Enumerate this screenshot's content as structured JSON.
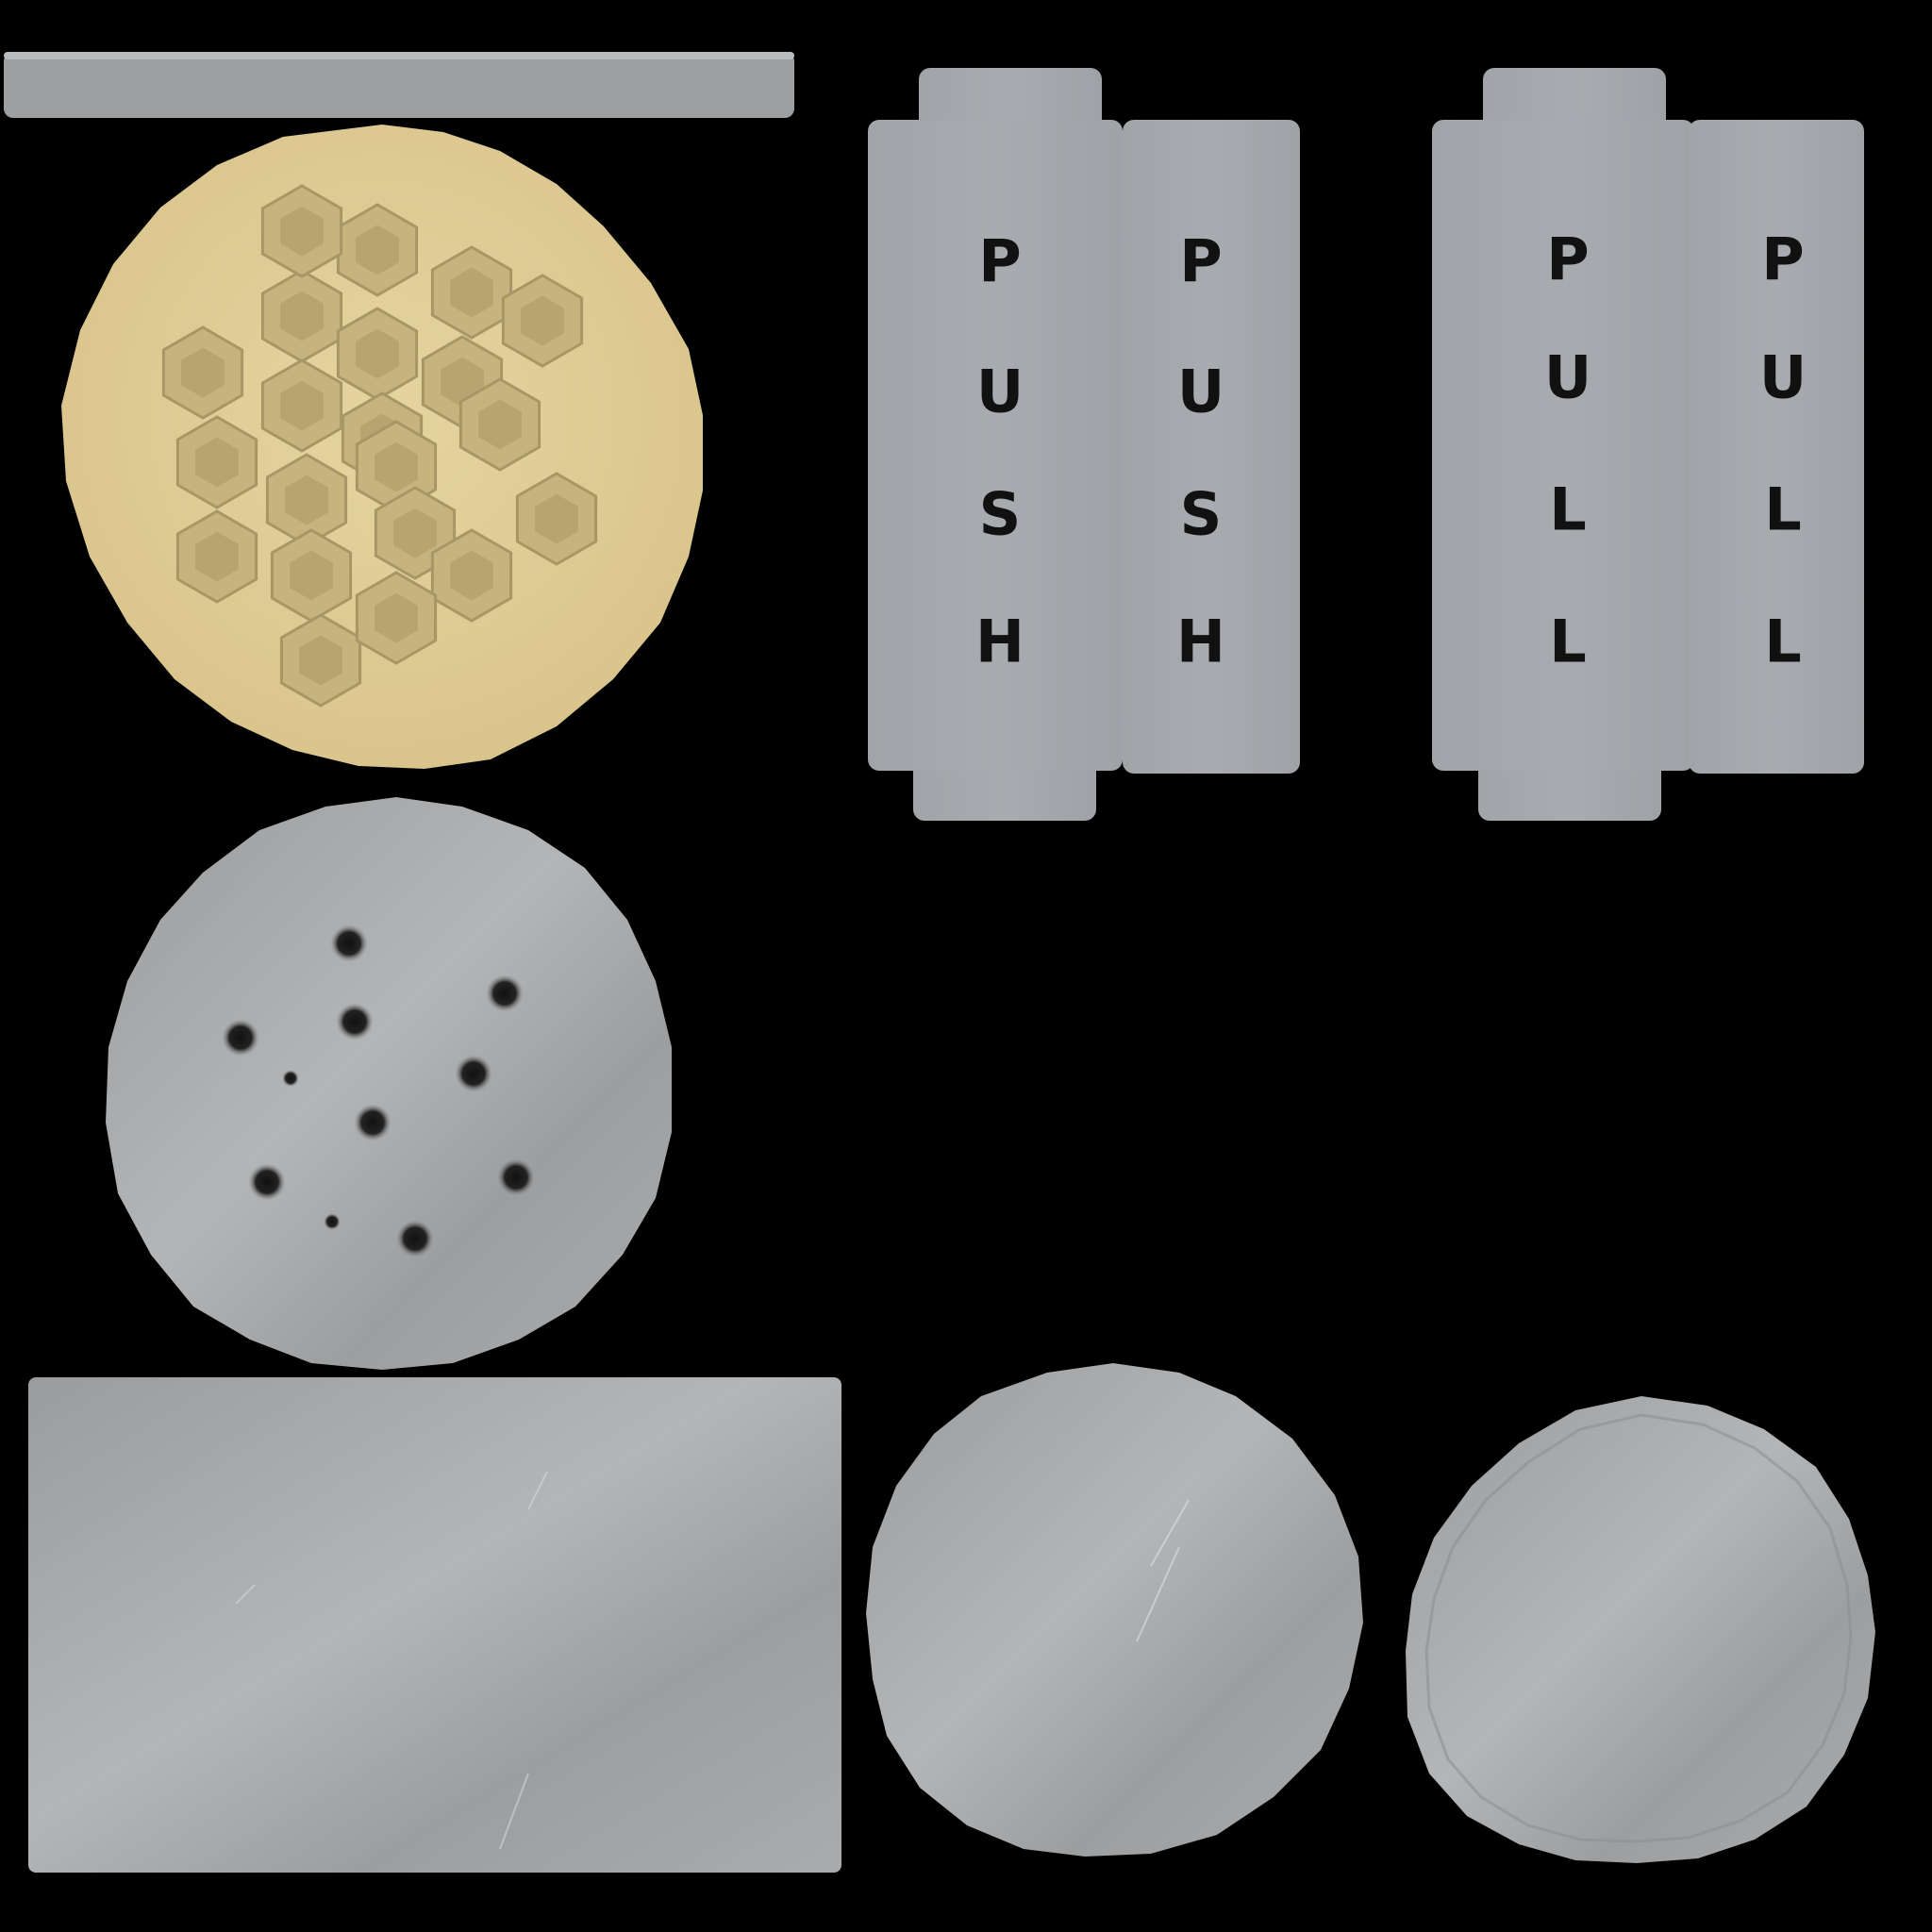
{
  "texture_atlas": {
    "background_color": "#000000",
    "metal_color": "#a7a9ab",
    "brushed_panel_color": "#a3a6aa",
    "cardboard_color": "#e1cd96",
    "stencil_color": "#111111",
    "push_label": {
      "letters": [
        "P",
        "U",
        "S",
        "H"
      ]
    },
    "pull_label": {
      "letters": [
        "P",
        "U",
        "L",
        "L"
      ]
    }
  }
}
